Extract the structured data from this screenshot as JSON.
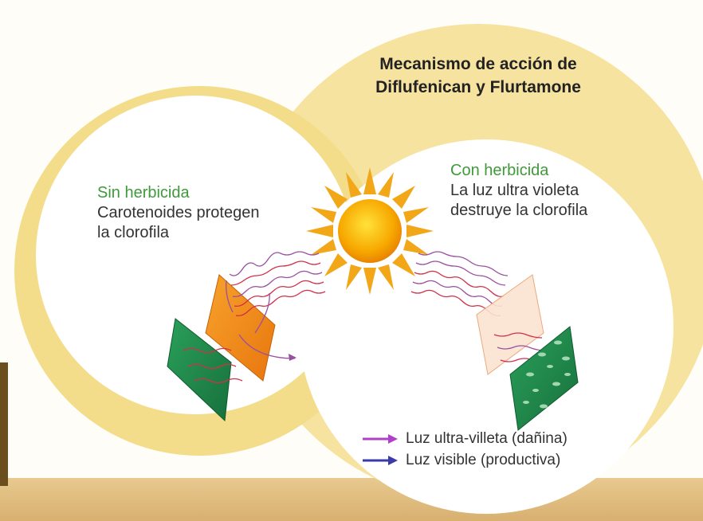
{
  "title": {
    "line1": "Mecanismo de acción de",
    "line2": "Diflufenican y Flurtamone"
  },
  "left_panel": {
    "heading": "Sin herbicida",
    "line1": "Carotenoides protegen",
    "line2": "la clorofila"
  },
  "right_panel": {
    "heading": "Con herbicida",
    "line1": "La luz ultra violeta",
    "line2": "destruye la clorofila"
  },
  "legend": [
    {
      "label": "Luz ultra-villeta (dañina)",
      "color": "#b040c8",
      "icon": "magenta-arrow-icon"
    },
    {
      "label": "Luz visible (productiva)",
      "color": "#3a3aa8",
      "icon": "blue-arrow-icon"
    }
  ],
  "colors": {
    "sun": "#f5a000",
    "leaf_green": "#1f8a4a",
    "carotenoid_orange": "#f08a1c",
    "beige_background": "#f3dd8a",
    "uv_wave": "#9a4fa0",
    "red_wave": "#d23048"
  }
}
